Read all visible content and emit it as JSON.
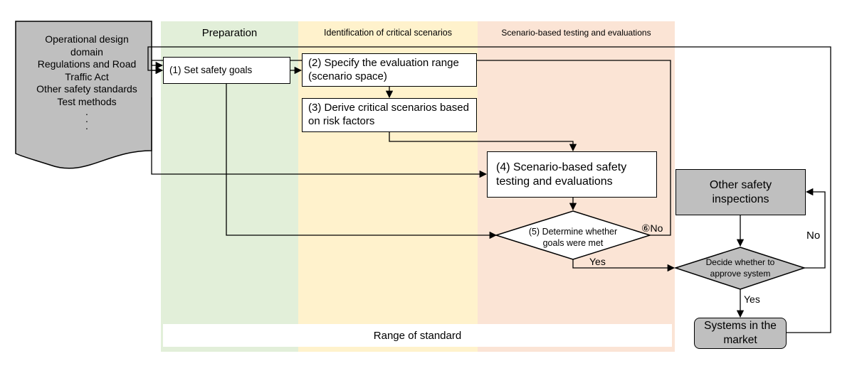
{
  "phases": {
    "preparation": "Preparation",
    "identification": "Identification of critical scenarios",
    "testing": "Scenario-based testing and evaluations"
  },
  "inputs": {
    "lines": [
      "Operational design",
      "domain",
      "Regulations and Road",
      "Traffic Act",
      "Other safety standards",
      "Test methods",
      ".",
      ".",
      "."
    ]
  },
  "steps": {
    "s1": "(1) Set safety goals",
    "s2": "(2) Specify the evaluation range (scenario space)",
    "s3": "(3) Derive critical scenarios based on risk factors",
    "s4": "(4) Scenario-based safety testing and evaluations",
    "s5": "(5) Determine whether goals were met"
  },
  "labels": {
    "s6_no": "⑥No",
    "yes1": "Yes",
    "no2": "No",
    "yes2": "Yes"
  },
  "outside": {
    "other_inspections": "Other safety inspections",
    "approve": "Decide whether to approve system",
    "market": "Systems in the market"
  },
  "range_label": "Range of standard",
  "colors": {
    "preparation": "#e2efd9",
    "identification": "#fff2cc",
    "testing": "#fbe4d5",
    "gray": "#bfbfbf"
  }
}
